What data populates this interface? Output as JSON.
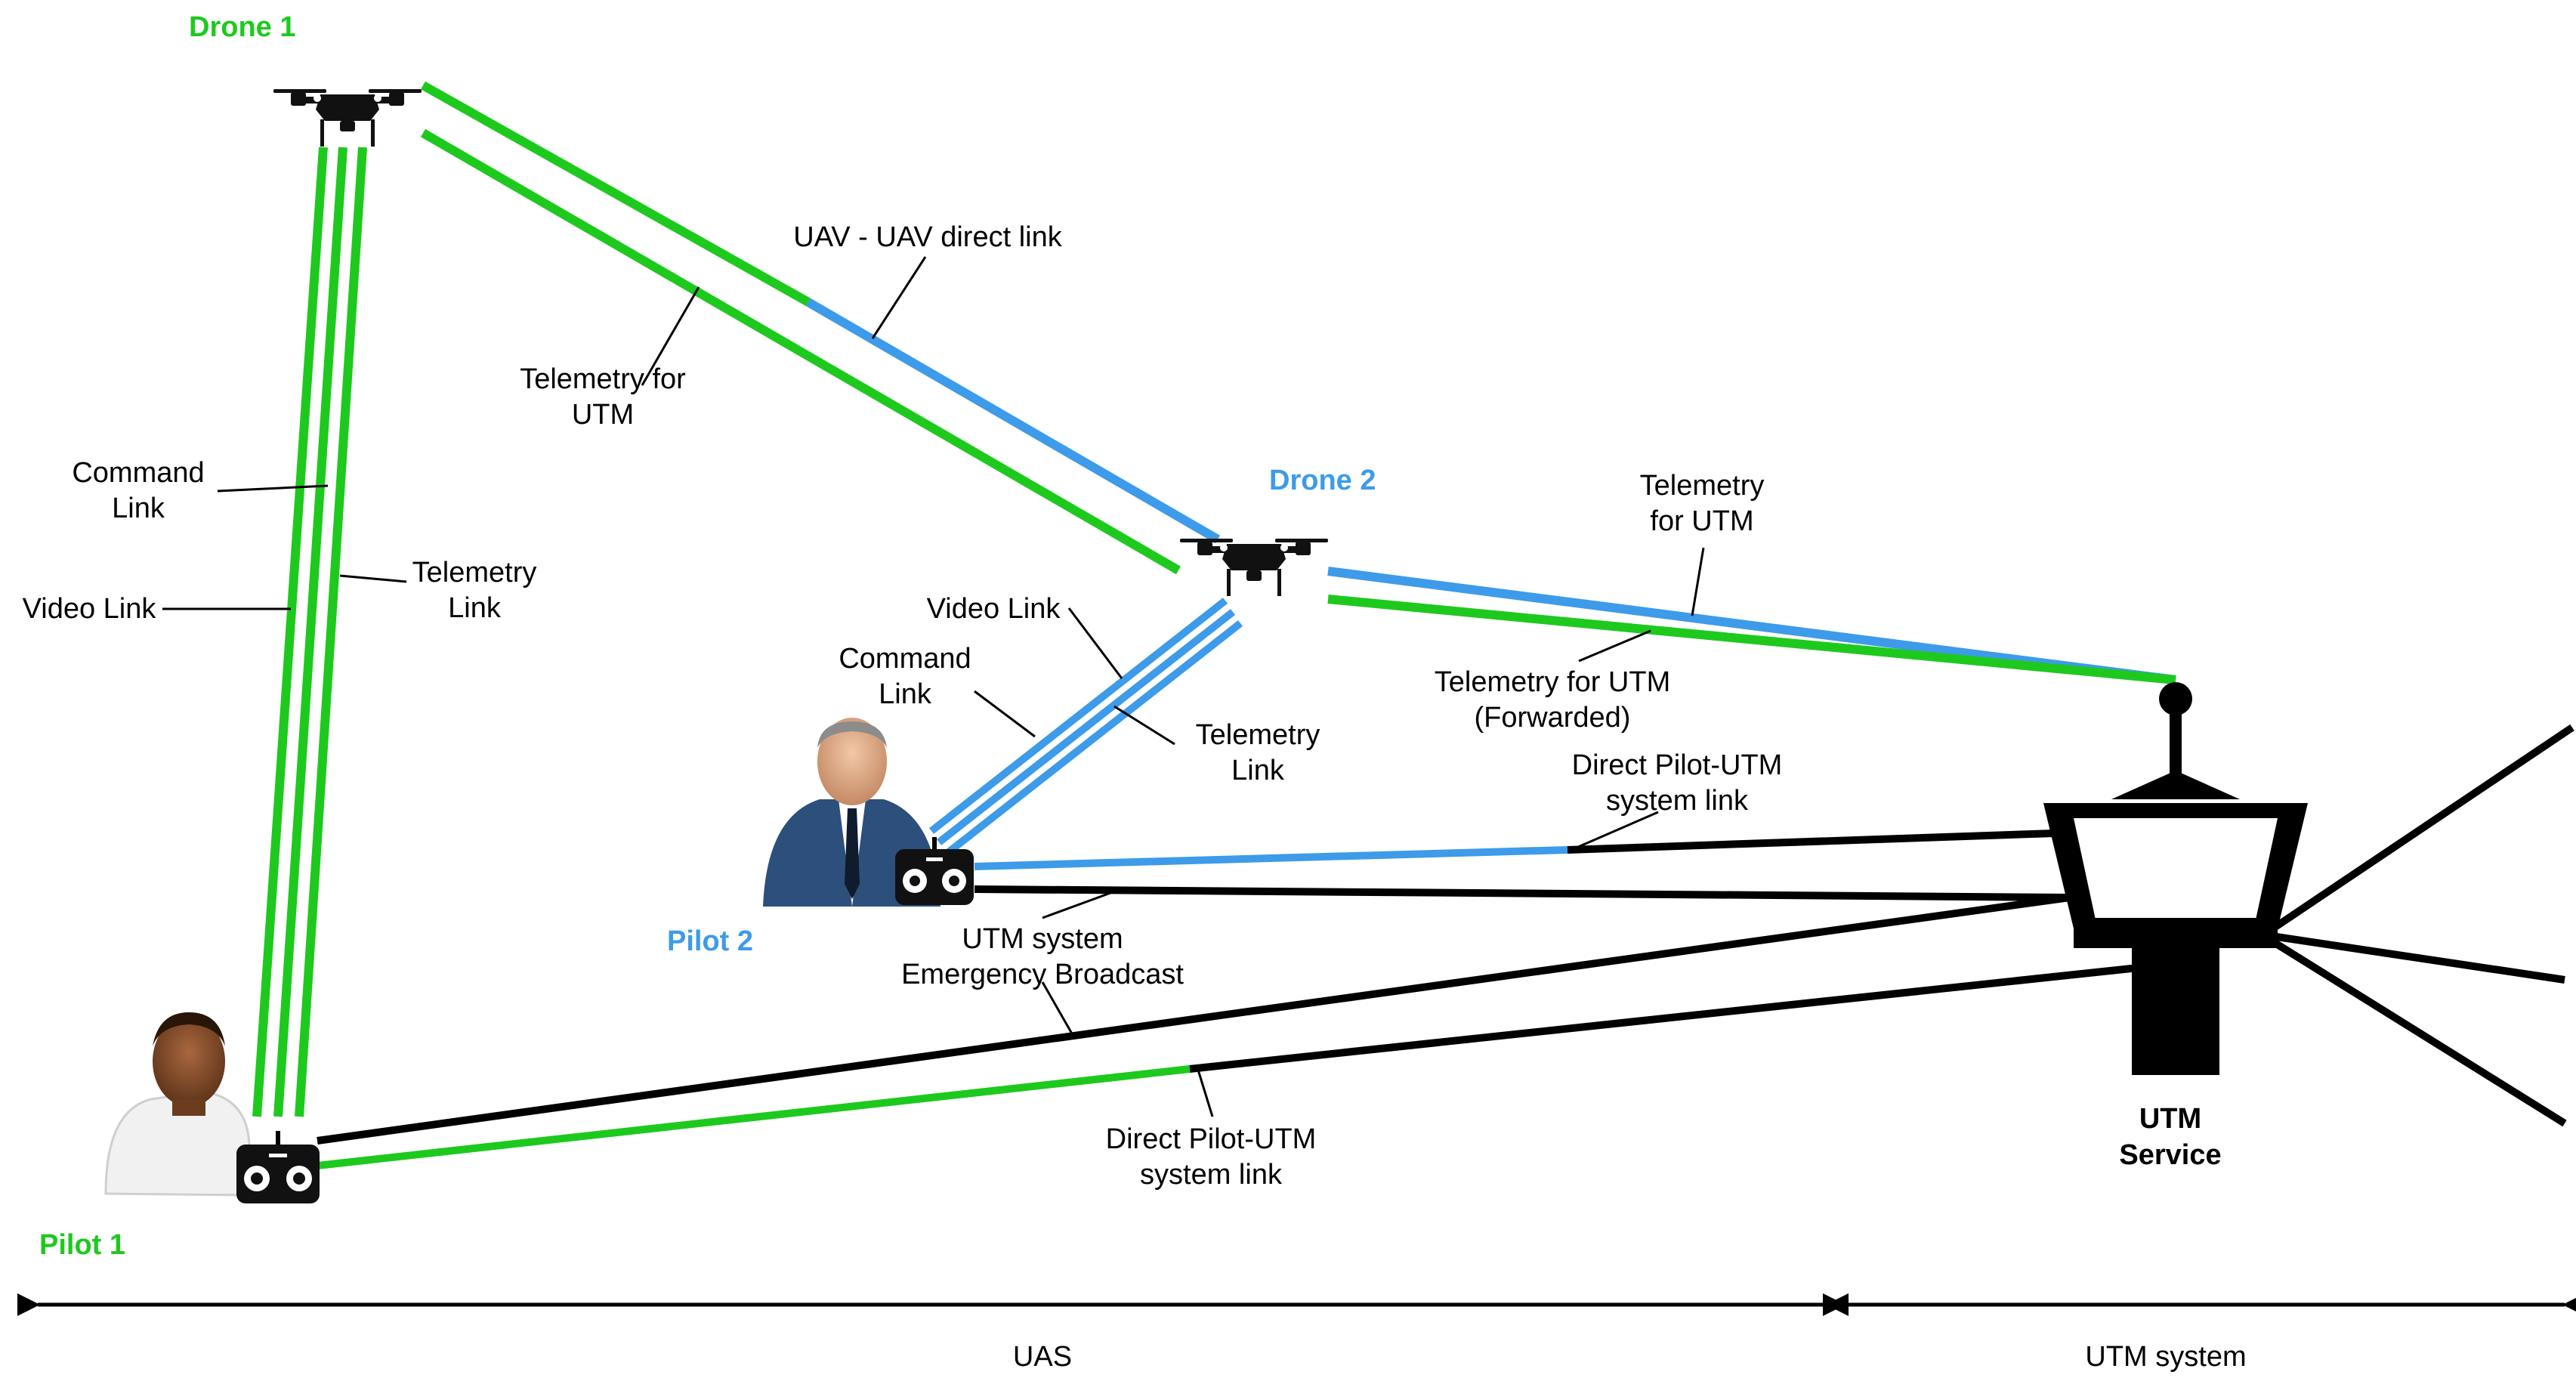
{
  "colors": {
    "pilot1_link": "#1ec91e",
    "pilot2_link": "#3d9be9",
    "utm_link": "#000000",
    "leader": "#000000"
  },
  "nodes": {
    "drone1": "Drone 1",
    "drone2": "Drone 2",
    "pilot1": "Pilot 1",
    "pilot2": "Pilot 2",
    "utm_line1": "UTM",
    "utm_line2": "Service"
  },
  "labels": {
    "uav_direct": "UAV - UAV direct link",
    "telemetry_utm_d1_1": "Telemetry for",
    "telemetry_utm_d1_2": "UTM",
    "command_link_p1_1": "Command",
    "command_link_p1_2": "Link",
    "video_link_p1": "Video Link",
    "telemetry_link_p1_1": "Telemetry",
    "telemetry_link_p1_2": "Link",
    "telemetry_utm_d2_1": "Telemetry",
    "telemetry_utm_d2_2": "for UTM",
    "telemetry_fwd_1": "Telemetry for UTM",
    "telemetry_fwd_2": "(Forwarded)",
    "video_link_p2": "Video Link",
    "command_link_p2_1": "Command",
    "command_link_p2_2": "Link",
    "telemetry_link_p2_1": "Telemetry",
    "telemetry_link_p2_2": "Link",
    "direct_p2_utm_1": "Direct Pilot-UTM",
    "direct_p2_utm_2": "system link",
    "emergency_1": "UTM system",
    "emergency_2": "Emergency Broadcast",
    "direct_p1_utm_1": "Direct Pilot-UTM",
    "direct_p1_utm_2": "system link"
  },
  "scale": {
    "uas": "UAS",
    "utm_system": "UTM system"
  },
  "icons": [
    "drone-icon",
    "pilot-person-icon",
    "remote-controller-icon",
    "control-tower-icon"
  ]
}
